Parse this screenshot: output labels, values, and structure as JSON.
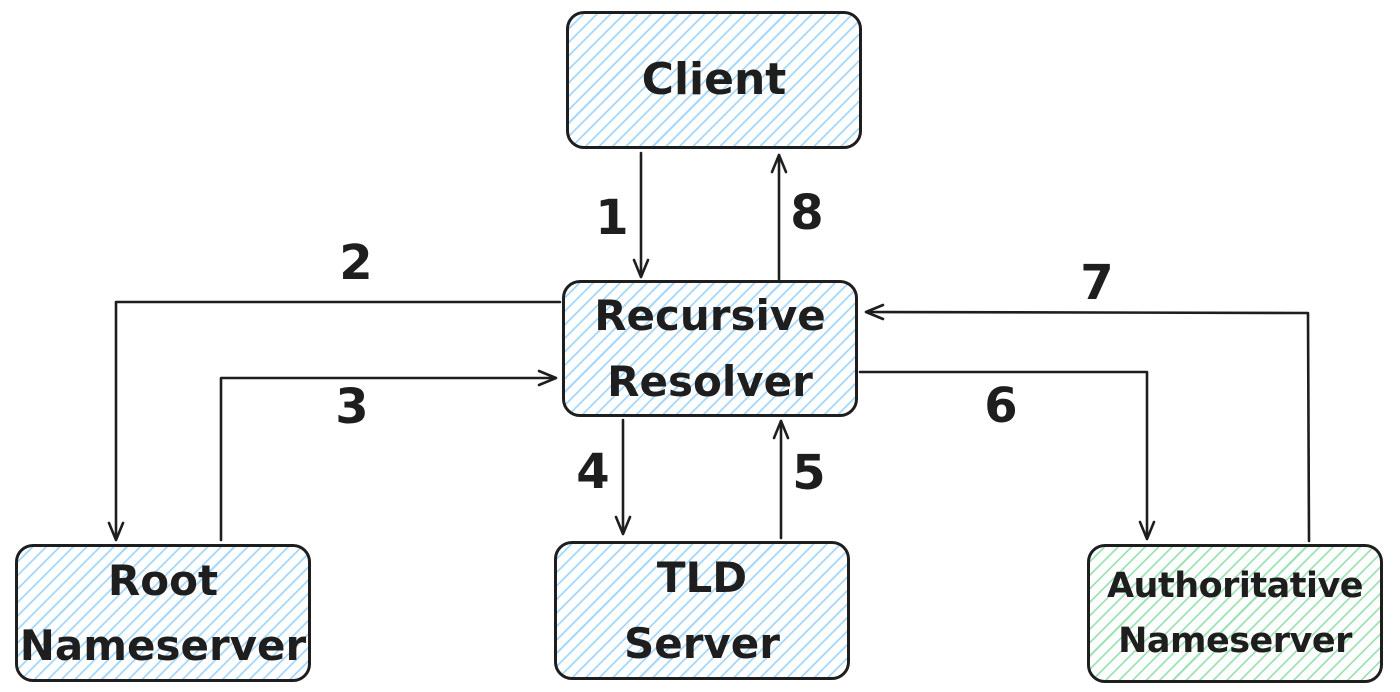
{
  "colors": {
    "stroke": "#1e1e1e",
    "blue_hatch": "#a5d8ff",
    "green_hatch": "#9fe3b5",
    "background": "#ffffff"
  },
  "nodes": {
    "client": {
      "line1": "Client"
    },
    "recursive_resolver": {
      "line1": "Recursive",
      "line2": "Resolver"
    },
    "root_nameserver": {
      "line1": "Root",
      "line2": "Nameserver"
    },
    "tld_server": {
      "line1": "TLD",
      "line2": "Server"
    },
    "authoritative_nameserver": {
      "line1": "Authoritative",
      "line2": "Nameserver"
    }
  },
  "edges": [
    {
      "label": "1",
      "from": "Client",
      "to": "Recursive Resolver"
    },
    {
      "label": "2",
      "from": "Recursive Resolver",
      "to": "Root Nameserver"
    },
    {
      "label": "3",
      "from": "Root Nameserver",
      "to": "Recursive Resolver"
    },
    {
      "label": "4",
      "from": "Recursive Resolver",
      "to": "TLD Server"
    },
    {
      "label": "5",
      "from": "TLD Server",
      "to": "Recursive Resolver"
    },
    {
      "label": "6",
      "from": "Recursive Resolver",
      "to": "Authoritative Nameserver"
    },
    {
      "label": "7",
      "from": "Authoritative Nameserver",
      "to": "Recursive Resolver"
    },
    {
      "label": "8",
      "from": "Recursive Resolver",
      "to": "Client"
    }
  ]
}
